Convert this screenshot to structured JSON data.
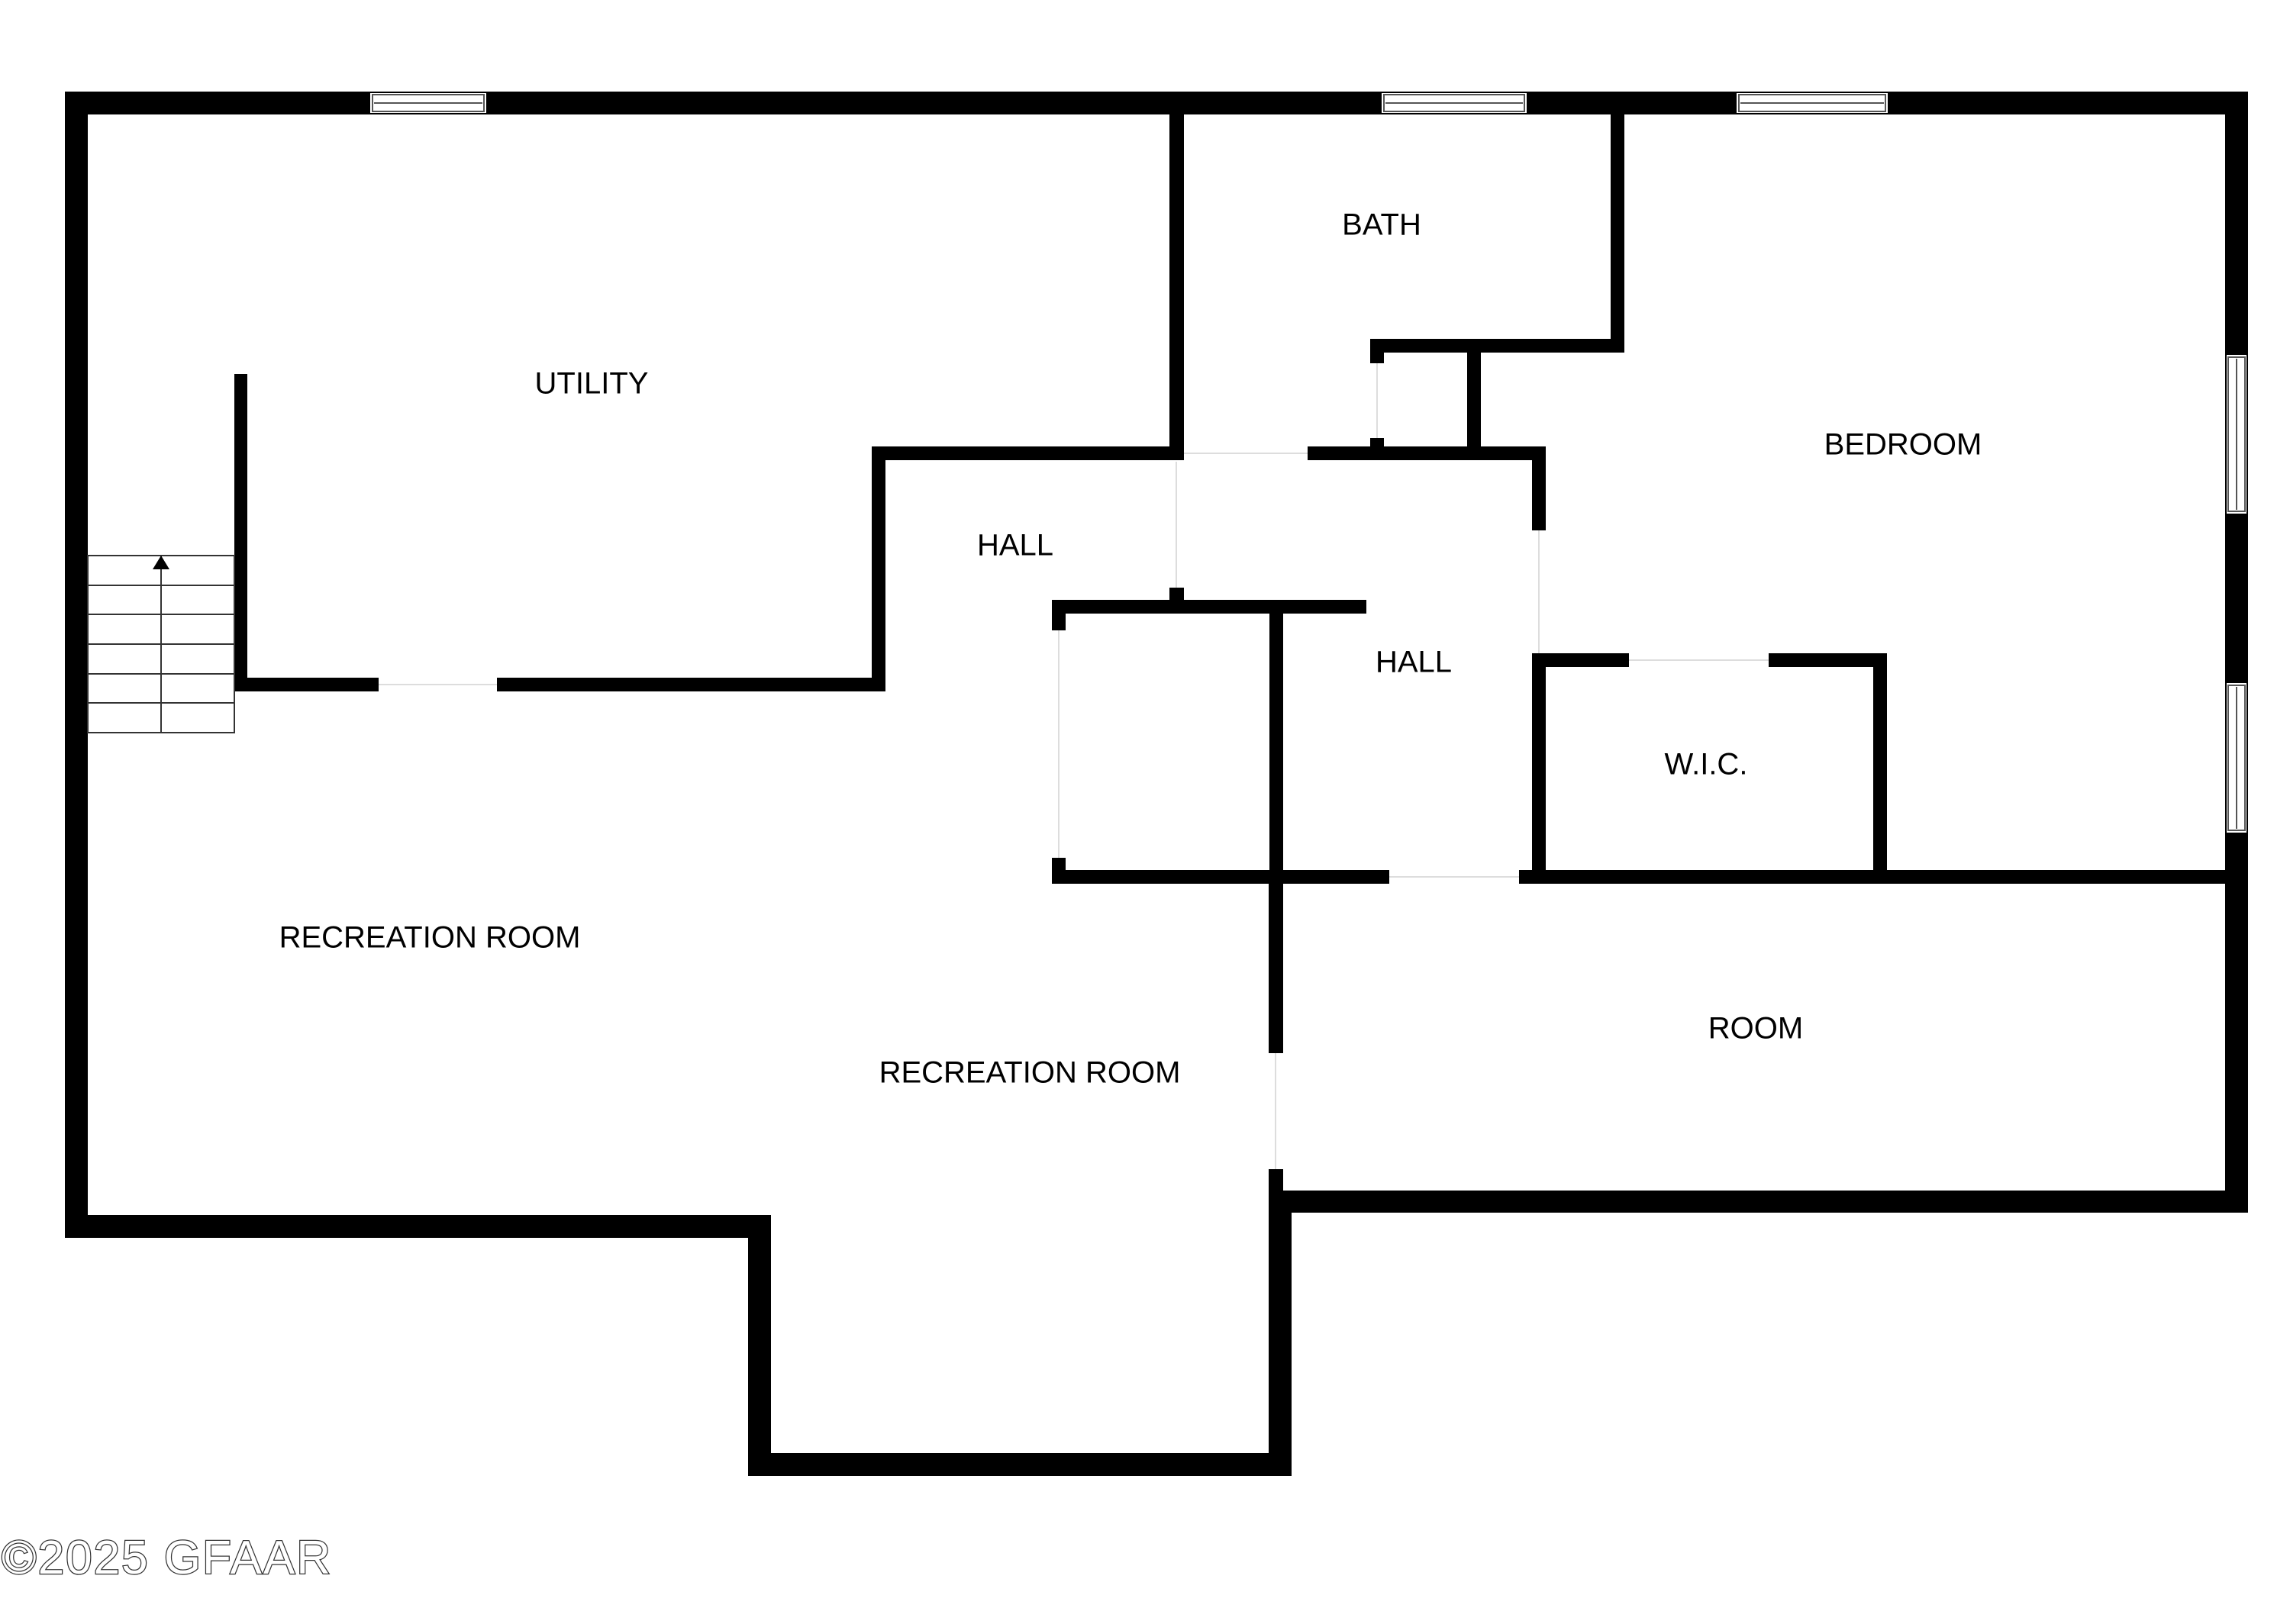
{
  "floorplan": {
    "colors": {
      "background": "#ffffff",
      "wall": "#000000",
      "opening": "#ffffff",
      "window_line": "#555555",
      "stair_line": "#333333"
    },
    "rooms": {
      "utility": "UTILITY",
      "bath": "BATH",
      "bedroom": "BEDROOM",
      "hall_left": "HALL",
      "hall_center": "HALL",
      "wic": "W.I.C.",
      "recreation_left": "RECREATION ROOM",
      "recreation_center": "RECREATION ROOM",
      "room": "ROOM"
    },
    "stairs": {
      "direction": "up",
      "icon": "up-arrow-icon"
    },
    "watermark": "©2025 GFAAR"
  }
}
